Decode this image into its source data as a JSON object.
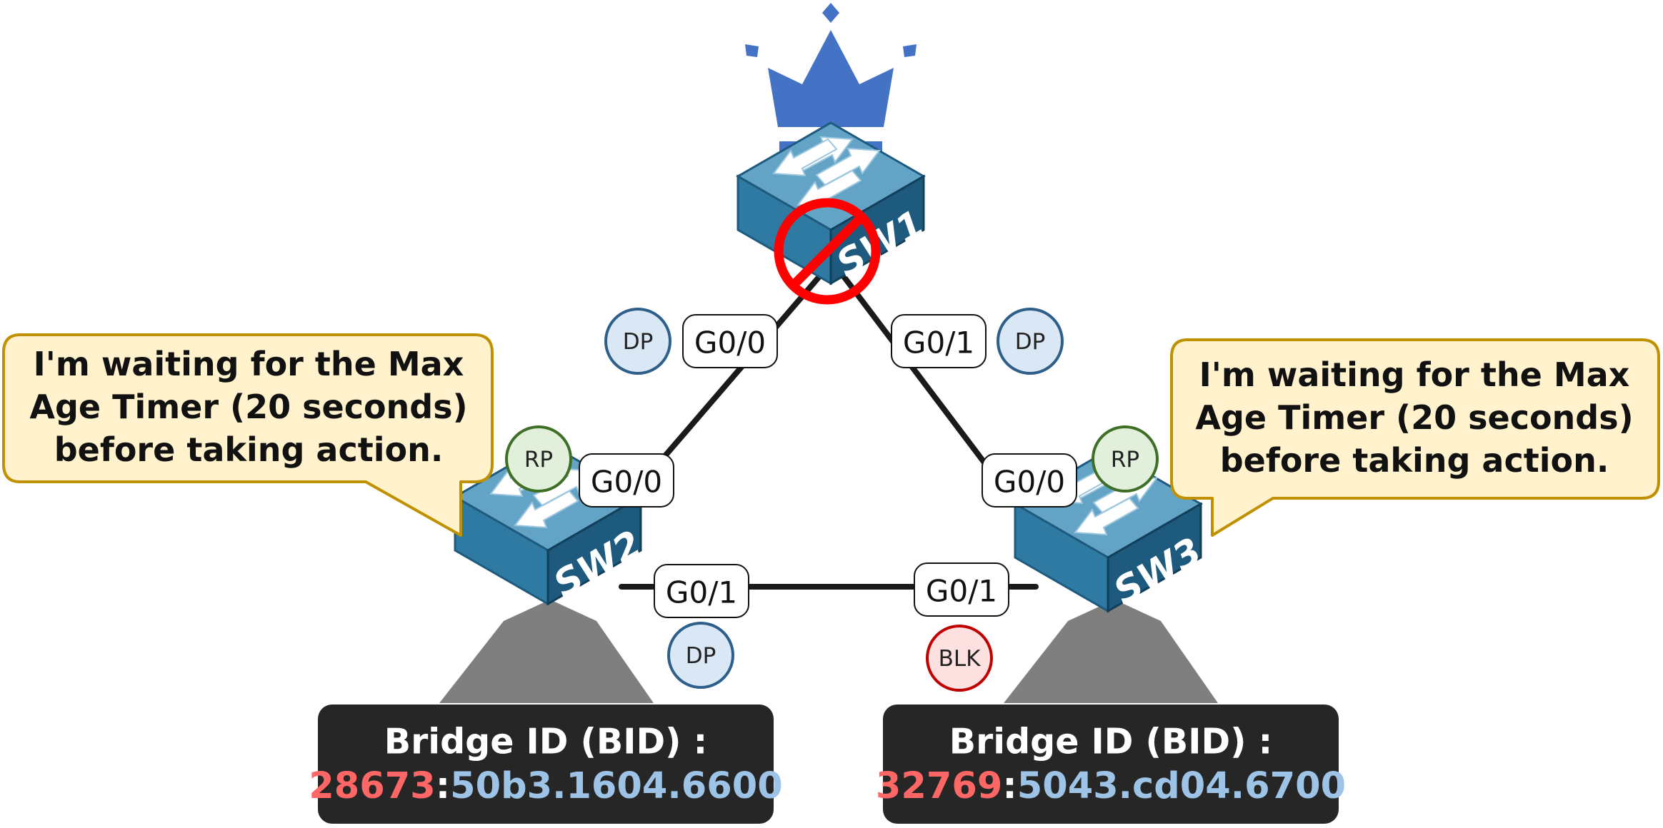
{
  "colors": {
    "crown": "#4472c4",
    "switch_top": "#62a3c6",
    "switch_front": "#2f7aa2",
    "switch_side": "#1d5a7e",
    "link": "#1a1a1a",
    "bubble_fill": "#fff2cc",
    "bubble_stroke": "#bf9000",
    "bid_box": "#262626",
    "priority": "#ff6666",
    "mac": "#9dc3e6",
    "dp_fill": "#dae8f5",
    "dp_stroke": "#2e5f8a",
    "rp_fill": "#e2efda",
    "rp_stroke": "#3f6e26",
    "blk_fill": "#fde0e0",
    "blk_stroke": "#c00000",
    "prohibit": "#ff0000"
  },
  "switches": {
    "sw1": {
      "name": "SW1",
      "status_icon": "prohibited-icon"
    },
    "sw2": {
      "name": "SW2"
    },
    "sw3": {
      "name": "SW3"
    }
  },
  "ports": {
    "sw1_g00": "G0/0",
    "sw1_g01": "G0/1",
    "sw2_g00": "G0/0",
    "sw2_g01": "G0/1",
    "sw3_g00": "G0/0",
    "sw3_g01": "G0/1"
  },
  "roles": {
    "sw1_g00": "DP",
    "sw1_g01": "DP",
    "sw2_g00": "RP",
    "sw2_g01": "DP",
    "sw3_g00": "RP",
    "sw3_g01": "BLK"
  },
  "bubbles": {
    "left": {
      "lines": [
        "I'm waiting for the Max",
        "Age Timer (20 seconds)",
        "before taking action."
      ]
    },
    "right": {
      "lines": [
        "I'm waiting for the Max",
        "Age Timer (20 seconds)",
        "before taking action."
      ]
    }
  },
  "bid": {
    "sw2": {
      "title": "Bridge ID (BID) :",
      "priority": "28673",
      "separator": ":",
      "mac": "50b3.1604.6600"
    },
    "sw3": {
      "title": "Bridge ID (BID) :",
      "priority": "32769",
      "separator": ":",
      "mac": "5043.cd04.6700"
    }
  },
  "crown_icon": "crown-icon"
}
